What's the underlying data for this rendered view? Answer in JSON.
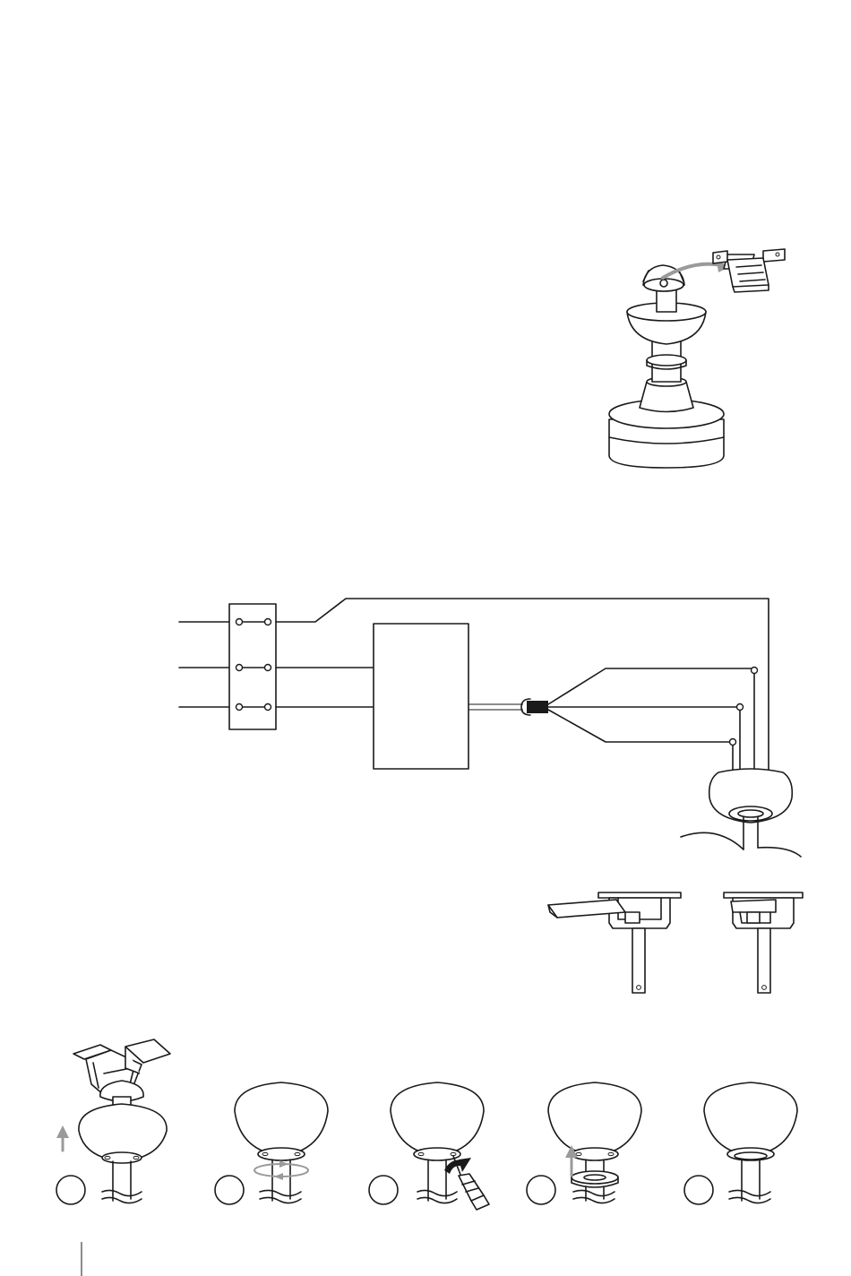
{
  "page": {
    "background": "#ffffff",
    "line_color": "#1a1a1a",
    "accent_grey": "#9a9a9a"
  },
  "figures": {
    "canopy_hanging": {
      "icon": "fan-hook-on-bracket-illustration"
    },
    "wiring": {
      "icon": "wiring-diagram",
      "terminal_count": 3,
      "connector_count": 3
    },
    "bracket_mounting": {
      "icon": "mounting-bracket-illustration",
      "variants": 2
    },
    "canopy_steps": {
      "icon": "canopy-assembly-steps",
      "steps": [
        {
          "label": "",
          "icon": "lift-canopy-step"
        },
        {
          "label": "",
          "icon": "rotate-canopy-step"
        },
        {
          "label": "",
          "icon": "tighten-screw-step"
        },
        {
          "label": "",
          "icon": "raise-ring-step"
        },
        {
          "label": "",
          "icon": "finished-step"
        }
      ]
    }
  }
}
